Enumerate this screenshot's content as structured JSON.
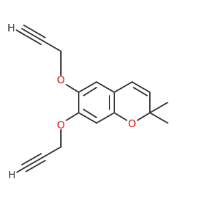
{
  "molecule": {
    "atoms": {
      "oxygen_upper": "O",
      "oxygen_lower": "O",
      "oxygen_ring": "O",
      "alkyne_h_upper": "H",
      "alkyne_h_lower": "H"
    },
    "colors": {
      "bond": "#3a3a3a",
      "oxygen": "#e8251c",
      "hydrogen": "#3a3a3a",
      "background": "#ffffff"
    }
  }
}
